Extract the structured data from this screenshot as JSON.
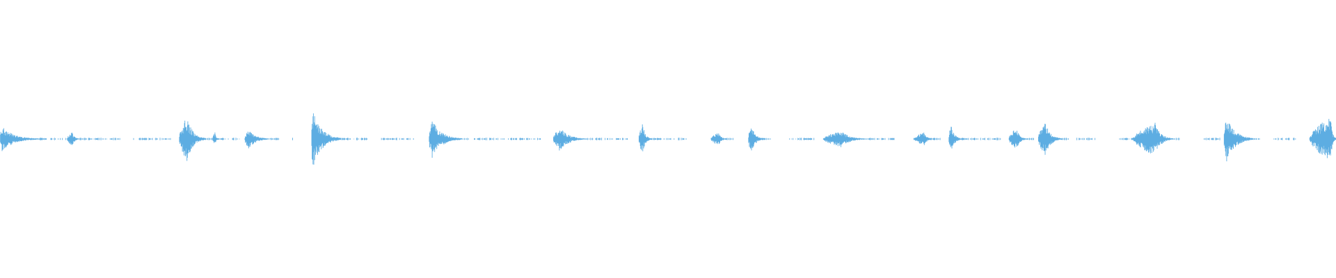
{
  "waveform": {
    "color": "#5dade2",
    "background": "#ffffff",
    "baseline_color": "#6bb3e4",
    "bursts": [
      {
        "start": 0.0,
        "width": 0.03,
        "amp": 0.09,
        "peak": 0.05
      },
      {
        "start": 0.05,
        "width": 0.01,
        "amp": 0.05,
        "peak": 0.4
      },
      {
        "start": 0.134,
        "width": 0.02,
        "amp": 0.16,
        "peak": 0.3
      },
      {
        "start": 0.159,
        "width": 0.004,
        "amp": 0.05,
        "peak": 0.5
      },
      {
        "start": 0.183,
        "width": 0.02,
        "amp": 0.07,
        "peak": 0.15
      },
      {
        "start": 0.233,
        "width": 0.022,
        "amp": 0.21,
        "peak": 0.05
      },
      {
        "start": 0.321,
        "width": 0.025,
        "amp": 0.14,
        "peak": 0.1
      },
      {
        "start": 0.414,
        "width": 0.025,
        "amp": 0.09,
        "peak": 0.2
      },
      {
        "start": 0.478,
        "width": 0.01,
        "amp": 0.11,
        "peak": 0.3
      },
      {
        "start": 0.532,
        "width": 0.012,
        "amp": 0.05,
        "peak": 0.5
      },
      {
        "start": 0.56,
        "width": 0.012,
        "amp": 0.1,
        "peak": 0.2
      },
      {
        "start": 0.616,
        "width": 0.034,
        "amp": 0.06,
        "peak": 0.4
      },
      {
        "start": 0.684,
        "width": 0.015,
        "amp": 0.05,
        "peak": 0.5
      },
      {
        "start": 0.71,
        "width": 0.01,
        "amp": 0.1,
        "peak": 0.2
      },
      {
        "start": 0.755,
        "width": 0.014,
        "amp": 0.08,
        "peak": 0.4
      },
      {
        "start": 0.777,
        "width": 0.018,
        "amp": 0.12,
        "peak": 0.3
      },
      {
        "start": 0.848,
        "width": 0.03,
        "amp": 0.12,
        "peak": 0.55
      },
      {
        "start": 0.916,
        "width": 0.022,
        "amp": 0.17,
        "peak": 0.1
      },
      {
        "start": 0.98,
        "width": 0.02,
        "amp": 0.16,
        "peak": 0.8
      }
    ],
    "noise_segments": [
      {
        "start": 0.03,
        "end": 0.05
      },
      {
        "start": 0.06,
        "end": 0.09
      },
      {
        "start": 0.1,
        "end": 0.128
      },
      {
        "start": 0.162,
        "end": 0.18
      },
      {
        "start": 0.203,
        "end": 0.21
      },
      {
        "start": 0.219,
        "end": 0.22
      },
      {
        "start": 0.255,
        "end": 0.275
      },
      {
        "start": 0.285,
        "end": 0.31
      },
      {
        "start": 0.355,
        "end": 0.405
      },
      {
        "start": 0.443,
        "end": 0.47
      },
      {
        "start": 0.488,
        "end": 0.515
      },
      {
        "start": 0.532,
        "end": 0.545
      },
      {
        "start": 0.56,
        "end": 0.575
      },
      {
        "start": 0.591,
        "end": 0.61
      },
      {
        "start": 0.65,
        "end": 0.67
      },
      {
        "start": 0.684,
        "end": 0.7
      },
      {
        "start": 0.72,
        "end": 0.74
      },
      {
        "start": 0.741,
        "end": 0.75
      },
      {
        "start": 0.805,
        "end": 0.82
      },
      {
        "start": 0.838,
        "end": 0.848
      },
      {
        "start": 0.9,
        "end": 0.915
      },
      {
        "start": 0.953,
        "end": 0.97
      }
    ]
  }
}
